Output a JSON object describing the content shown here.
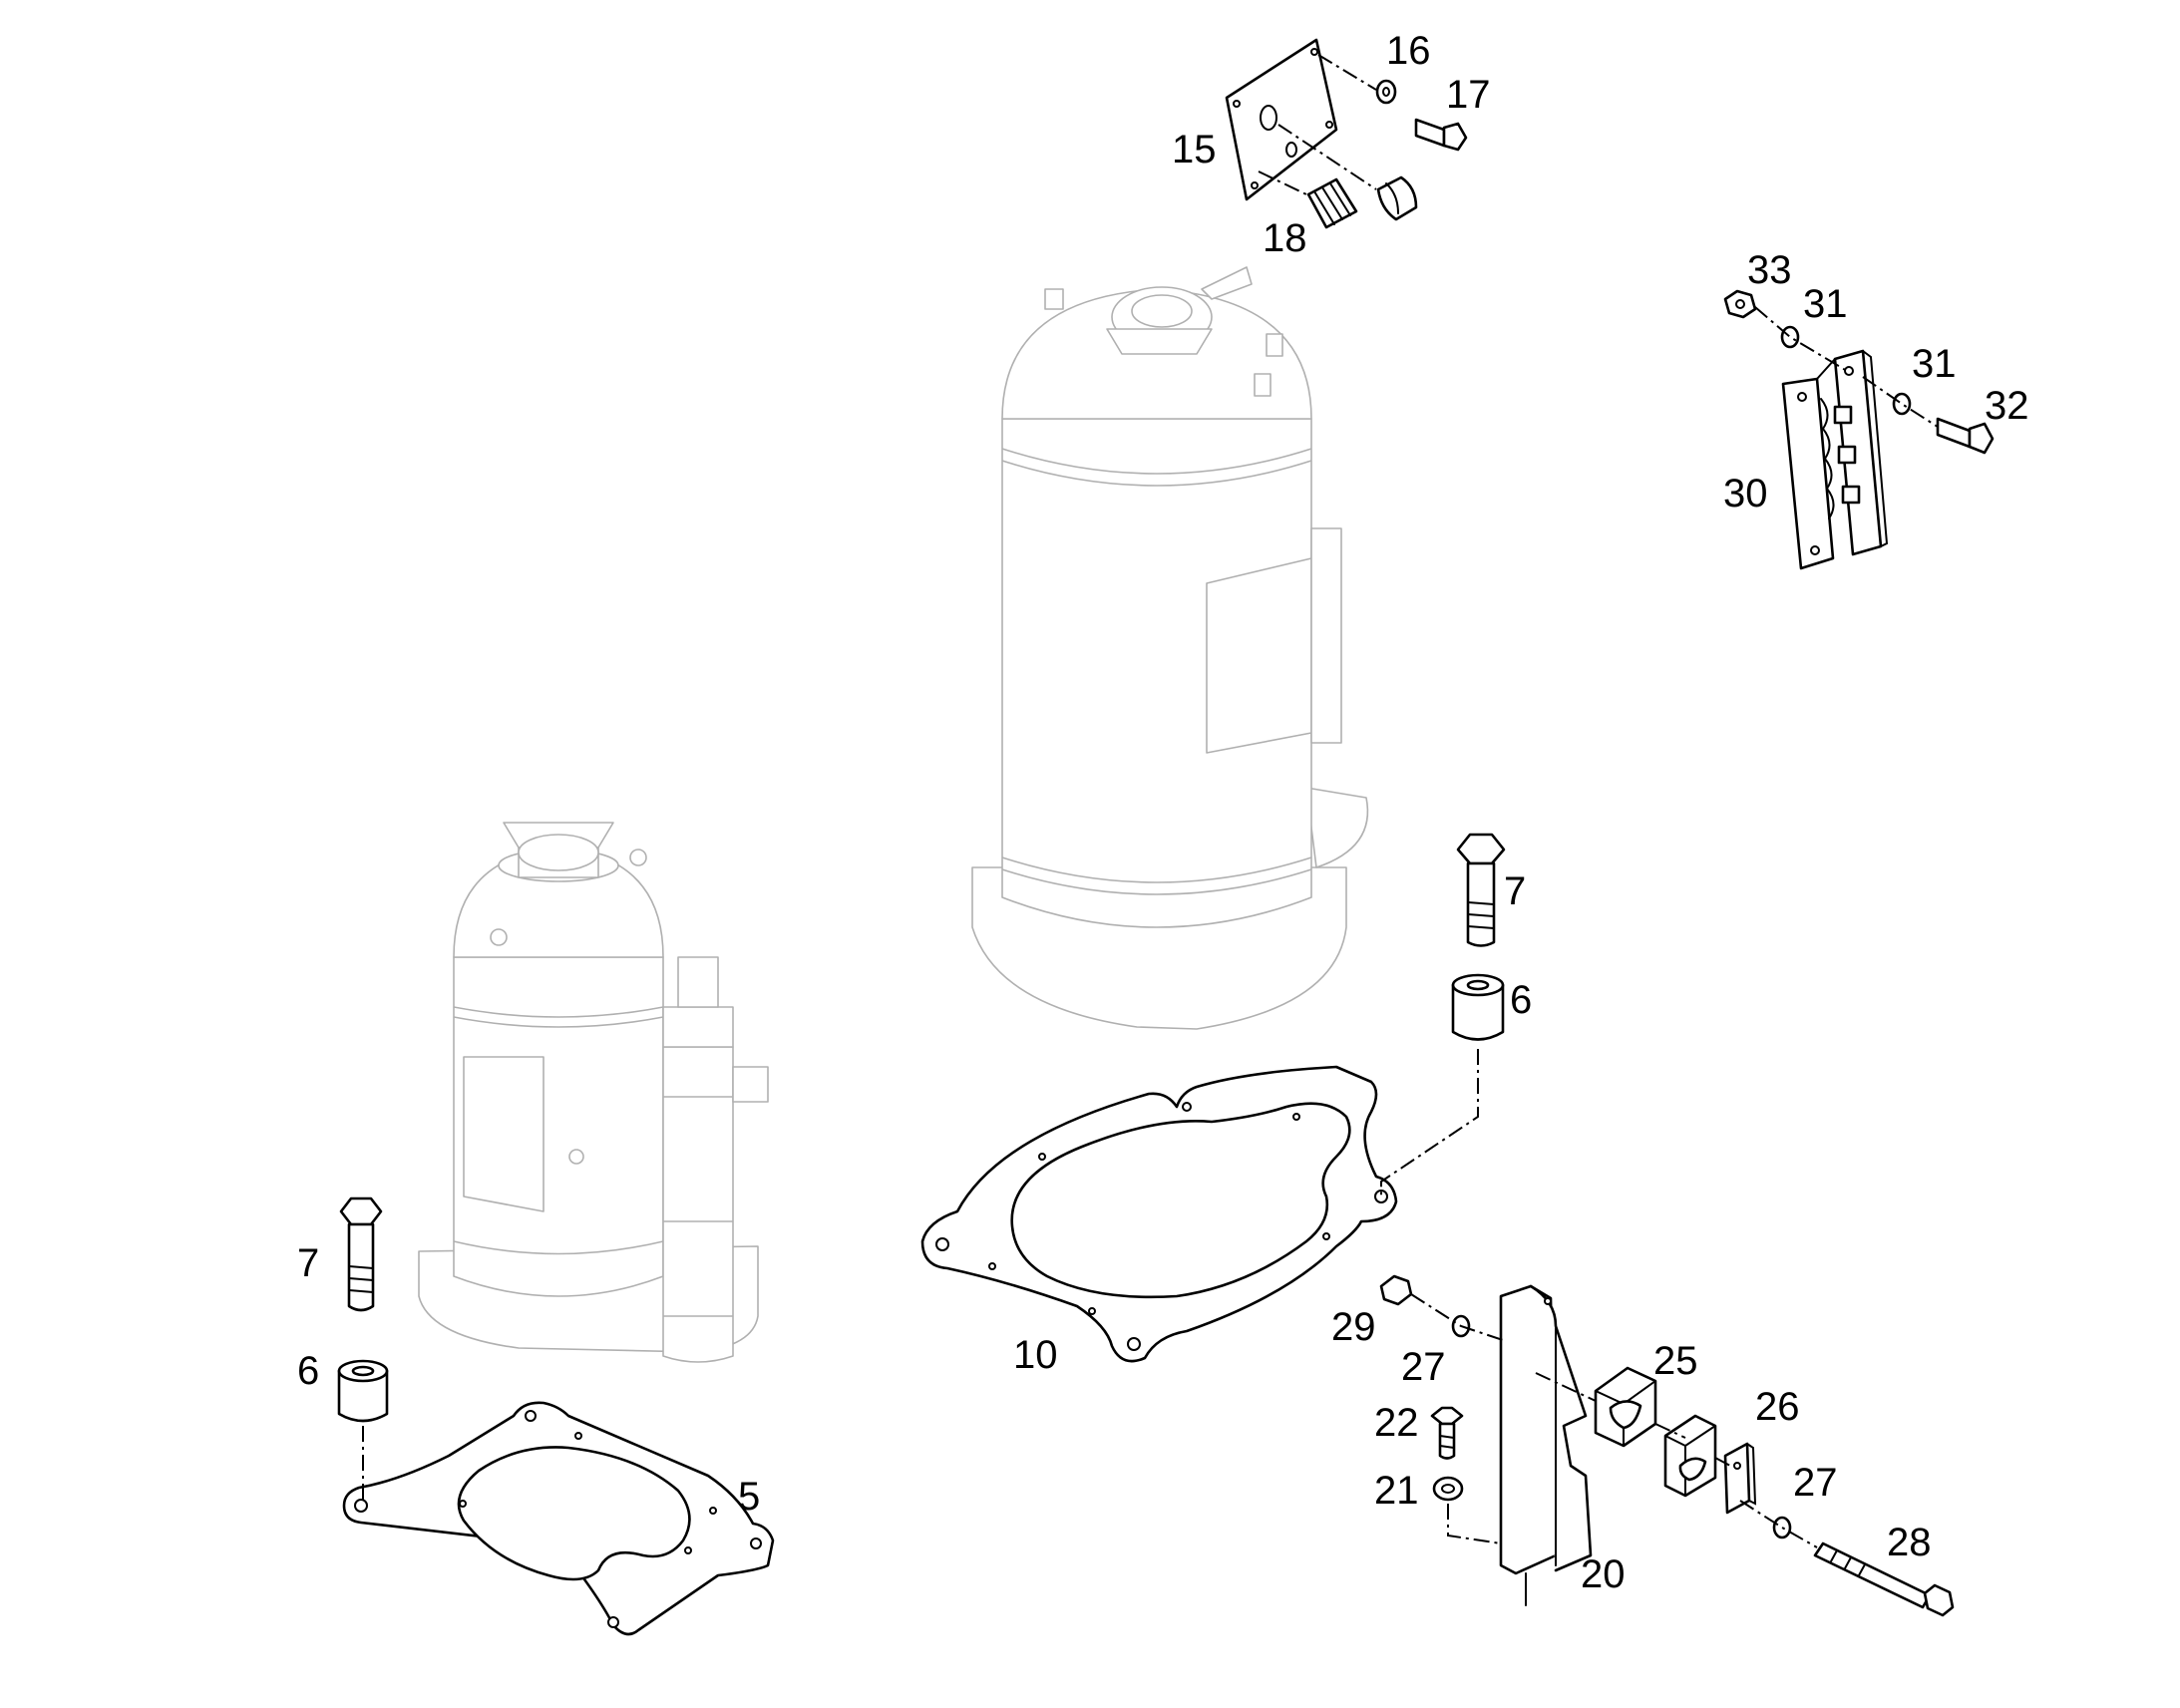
{
  "diagram": {
    "type": "exploded parts diagram",
    "callouts": {
      "c5": "5",
      "c6a": "6",
      "c6b": "6",
      "c7a": "7",
      "c7b": "7",
      "c10": "10",
      "c15": "15",
      "c16": "16",
      "c17": "17",
      "c18": "18",
      "c20": "20",
      "c21": "21",
      "c22": "22",
      "c25": "25",
      "c26": "26",
      "c27a": "27",
      "c27b": "27",
      "c28": "28",
      "c29": "29",
      "c30": "30",
      "c31a": "31",
      "c31b": "31",
      "c32": "32",
      "c33": "33"
    },
    "colors": {
      "line": "#000000",
      "ghost": "#b0b0b0",
      "background": "#ffffff"
    }
  }
}
